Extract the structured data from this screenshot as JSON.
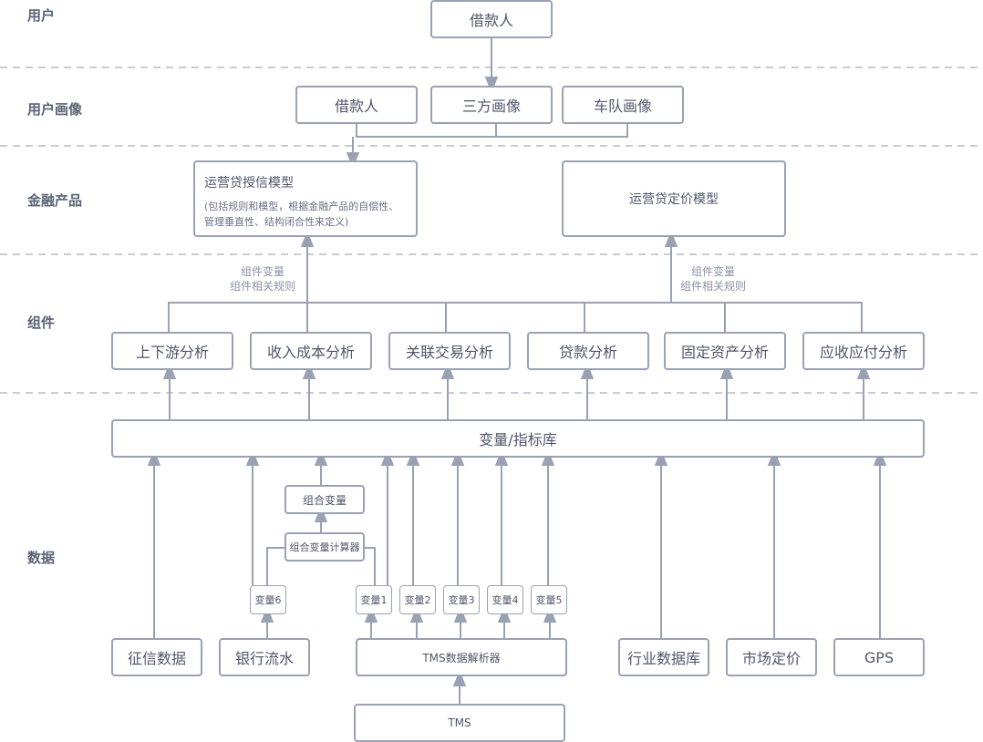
{
  "layers": {
    "user": "用户",
    "profile": "用户画像",
    "finance": "金融产品",
    "component": "组件",
    "data": "数据"
  },
  "nodes": {
    "borrower_top": "借款人",
    "borrower": "借款人",
    "third_party": "三方画像",
    "fleet": "车队画像",
    "credit_model": {
      "title": "运营贷授信模型",
      "desc": "(包括规则和模型，根据金融产品的自偿性、管理垂直性、结构闭合性来定义)"
    },
    "pricing_model": "运营贷定价模型",
    "comp_updown": "上下游分析",
    "comp_income": "收入成本分析",
    "comp_related": "关联交易分析",
    "comp_loan": "贷款分析",
    "comp_asset": "固定资产分析",
    "comp_receivable": "应收应付分析",
    "var_library": "变量/指标库",
    "combo_var": "组合变量",
    "combo_calc": "组合变量计算器",
    "var6": "变量6",
    "var1": "变量1",
    "var2": "变量2",
    "var3": "变量3",
    "var4": "变量4",
    "var5": "变量5",
    "src_credit": "征信数据",
    "src_bank": "银行流水",
    "tms_parser": "TMS数据解析器",
    "src_industry": "行业数据库",
    "src_market": "市场定价",
    "src_gps": "GPS",
    "tms": "TMS"
  },
  "notes": {
    "left": [
      "组件变量",
      "组件相关规则"
    ],
    "right": [
      "组件变量",
      "组件相关规则"
    ]
  },
  "colors": {
    "line": "#9aa1b3",
    "dash": "#b7bcca",
    "text": "#4f5669"
  }
}
